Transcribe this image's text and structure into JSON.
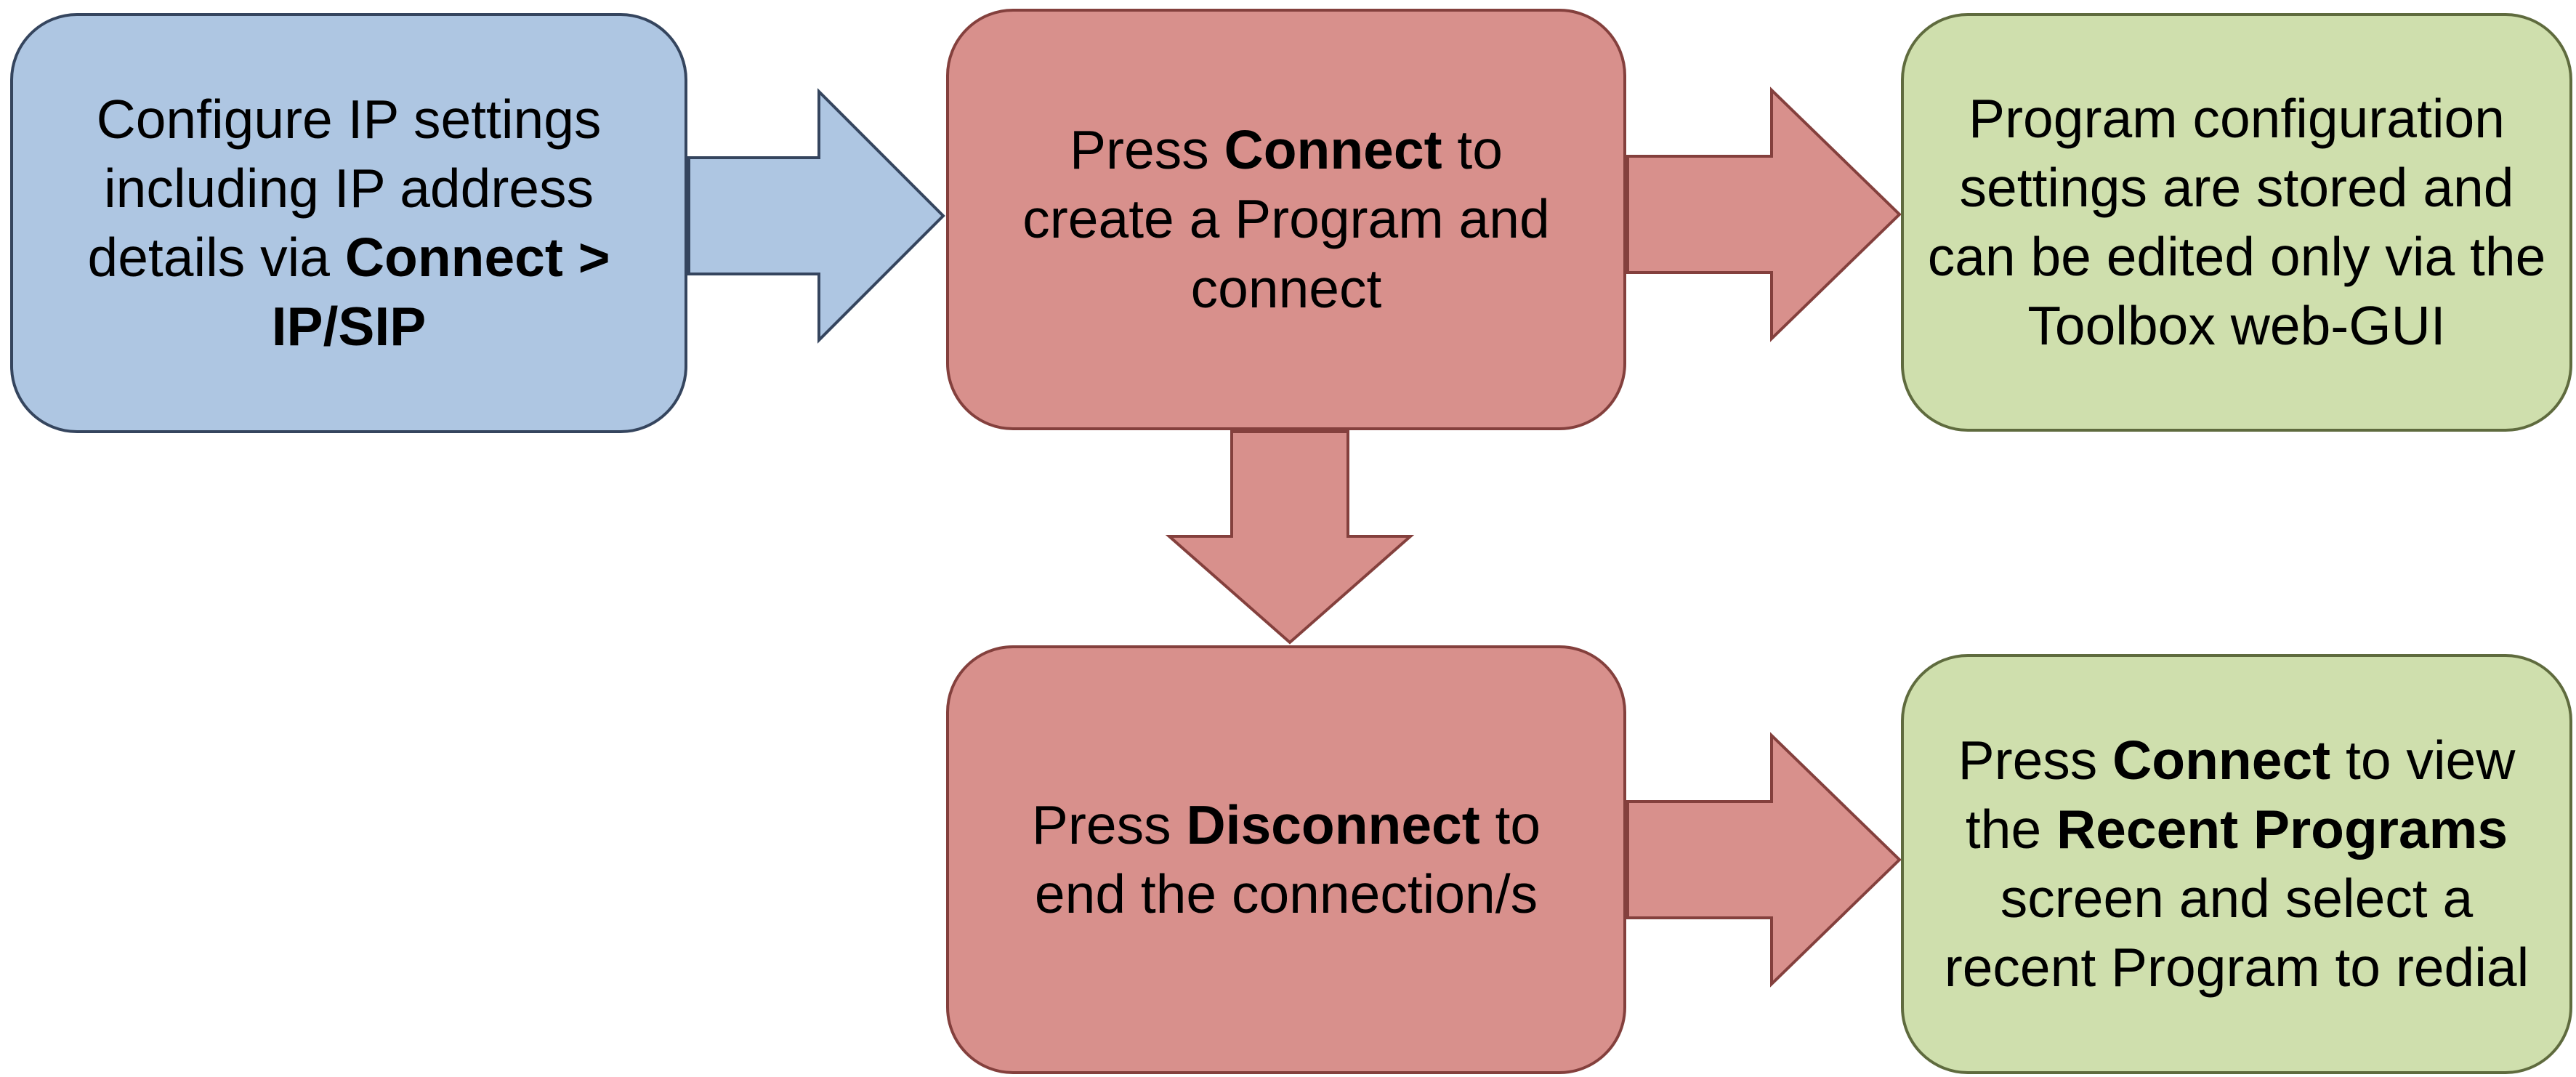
{
  "diagram": {
    "type": "flowchart",
    "colors": {
      "blue_fill": "#aec6e2",
      "blue_border": "#35455e",
      "red_fill": "#d8908c",
      "red_border": "#84403d",
      "green_fill": "#cfdfad",
      "green_border": "#5f6b3e"
    },
    "boxes": [
      {
        "id": "configure-ip",
        "color": "blue",
        "segments": [
          {
            "t": "Configure IP settings including IP address details via "
          },
          {
            "t": "Connect > IP/SIP",
            "b": true
          }
        ]
      },
      {
        "id": "press-connect",
        "color": "red",
        "segments": [
          {
            "t": "Press "
          },
          {
            "t": "Connect",
            "b": true
          },
          {
            "t": " to create a Program and connect"
          }
        ]
      },
      {
        "id": "program-configuration",
        "color": "green",
        "segments": [
          {
            "t": "Program configuration settings are stored and can be edited only via the Toolbox web-GUI"
          }
        ]
      },
      {
        "id": "press-disconnect",
        "color": "red",
        "segments": [
          {
            "t": "Press "
          },
          {
            "t": "Disconnect",
            "b": true
          },
          {
            "t": " to end the connection/s"
          }
        ]
      },
      {
        "id": "recent-programs",
        "color": "green",
        "segments": [
          {
            "t": "Press "
          },
          {
            "t": "Connect",
            "b": true
          },
          {
            "t": " to view the "
          },
          {
            "t": "Recent Programs",
            "b": true
          },
          {
            "t": " screen and select a recent Program to redial"
          }
        ]
      }
    ],
    "arrows": [
      {
        "from": "configure-ip",
        "to": "press-connect",
        "direction": "right",
        "color": "blue"
      },
      {
        "from": "press-connect",
        "to": "program-configuration",
        "direction": "right",
        "color": "red"
      },
      {
        "from": "press-connect",
        "to": "press-disconnect",
        "direction": "down",
        "color": "red"
      },
      {
        "from": "press-disconnect",
        "to": "recent-programs",
        "direction": "right",
        "color": "red"
      }
    ]
  }
}
